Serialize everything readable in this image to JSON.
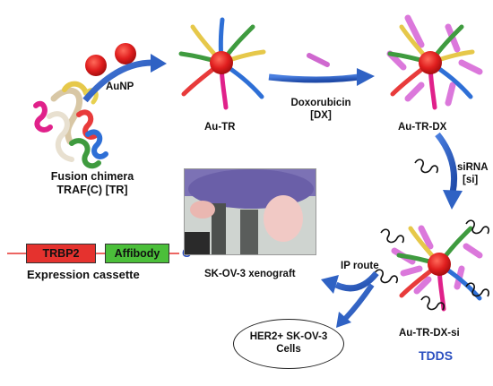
{
  "labels": {
    "aunp": "AuNP",
    "au_tr": "Au-TR",
    "doxorubicin": "Doxorubicin",
    "dx": "[DX]",
    "au_tr_dx": "Au-TR-DX",
    "sirna": "siRNA",
    "si": "[si]",
    "fusion_line1": "Fusion chimera",
    "fusion_line2": "TRAF(C) [TR]",
    "expression_cassette": "Expression cassette",
    "xenograft": "SK-OV-3 xenograft",
    "ip_route": "IP route",
    "au_tr_dx_si": "Au-TR-DX-si",
    "tdds": "TDDS",
    "cells_line1": "HER2+ SK-OV-3",
    "cells_line2": "Cells"
  },
  "cassette": {
    "segment1": "TRBP2",
    "segment2": "Affibody",
    "c_terminus": "C"
  },
  "colors": {
    "arrow_blue": "#2f62c4",
    "gold_np": "#e01e1e",
    "trbp2_fill": "#e5322e",
    "affibody_fill": "#4bbf3a",
    "doxorubicin": "#cf68cf",
    "tdds_text": "#2b4fc0",
    "c_terminus": "#2b4fc0"
  }
}
